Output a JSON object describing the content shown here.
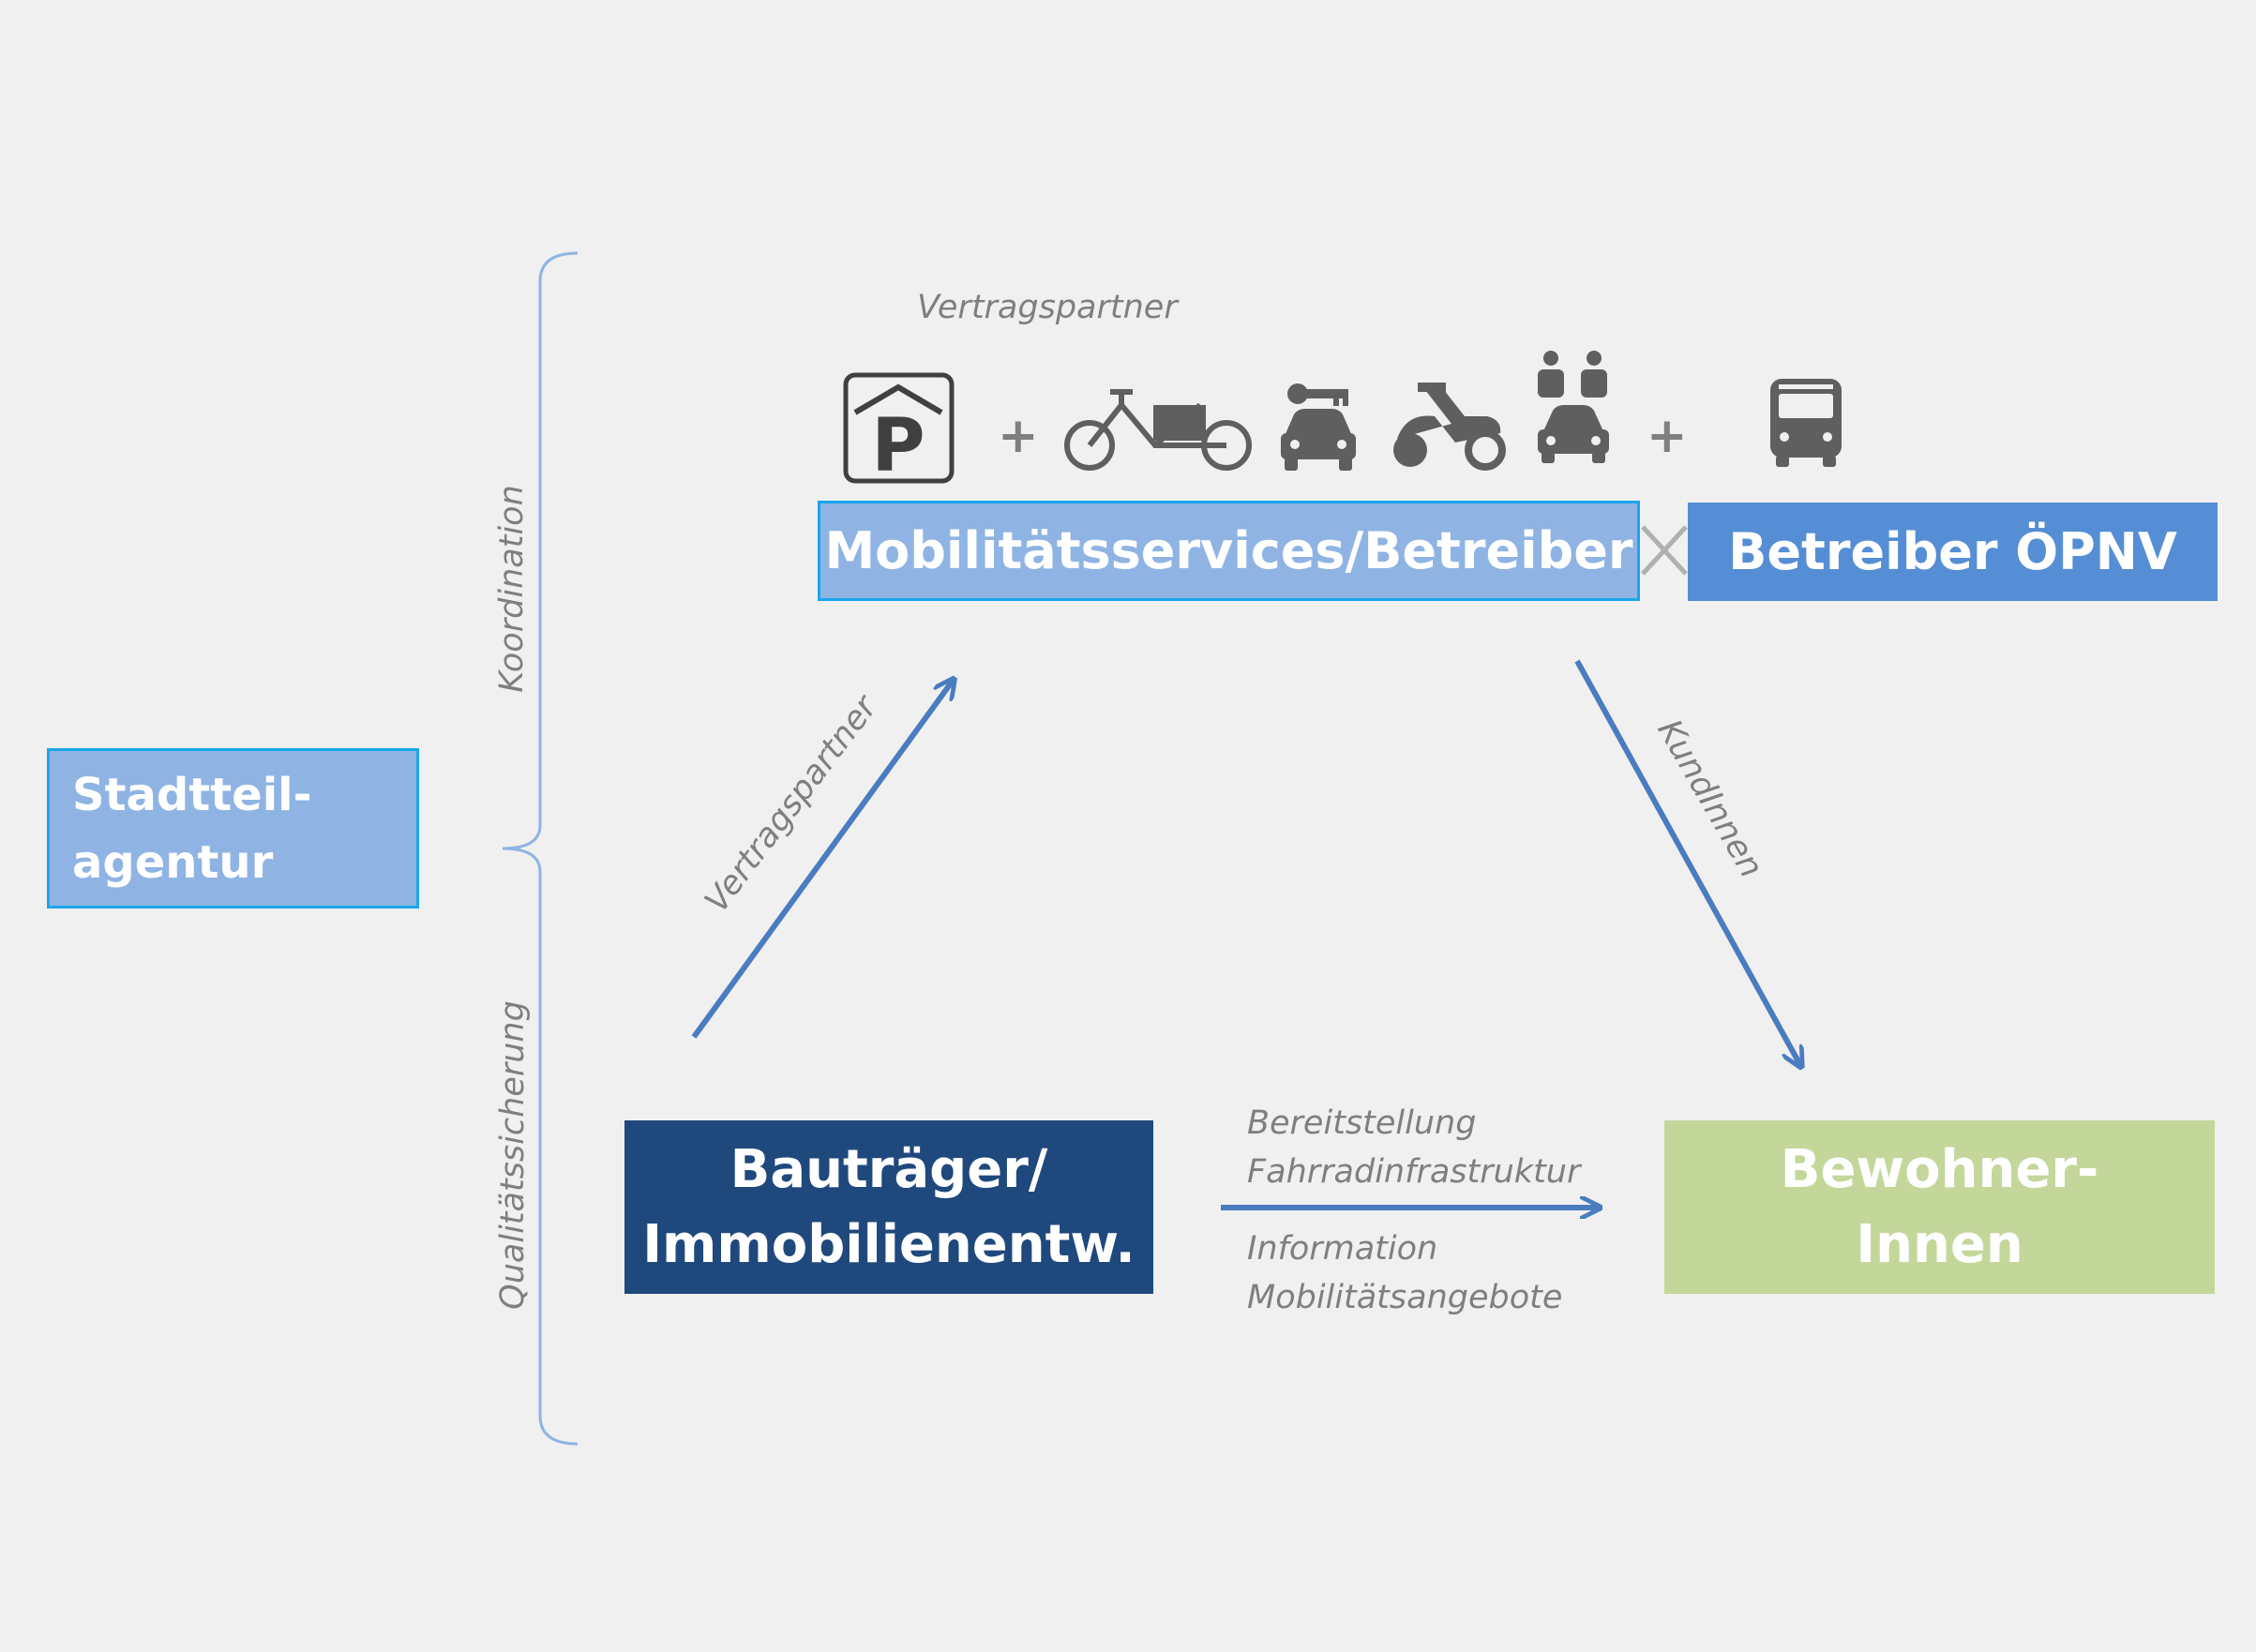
{
  "boxes": {
    "stadtteil_line1": "Stadtteil-",
    "stadtteil_line2": "agentur",
    "mobilitaet": "Mobilitätsservices/Betreiber",
    "oepnv": "Betreiber ÖPNV",
    "bautraeger_line1": "Bauträger/",
    "bautraeger_line2": "Immobilienentw.",
    "bewohner_line1": "Bewohner-",
    "bewohner_line2": "Innen"
  },
  "labels": {
    "vertragspartner_top": "Vertragspartner",
    "vertragspartner_diag": "Vertragspartner",
    "kundinnen": "KundInnen",
    "koordination": "Koordination",
    "qualitaet": "Qualitätssicherung",
    "bereitstellung_line1": "Bereitstellung",
    "bereitstellung_line2": "Fahrradinfrastruktur",
    "information_line1": "Information",
    "information_line2": "Mobilitätsangebote",
    "plus": "+"
  },
  "icons": [
    "parking-garage-icon",
    "cargo-bike-icon",
    "car-sharing-icon",
    "scooter-icon",
    "ride-sharing-icon",
    "bus-icon"
  ],
  "colors": {
    "light_blue": "#8fb4e3",
    "medium_blue": "#558ed5",
    "dark_blue": "#1f497d",
    "green": "#c4d79b",
    "arrow": "#4a7cc0",
    "icon_gray": "#5f5f5f"
  }
}
